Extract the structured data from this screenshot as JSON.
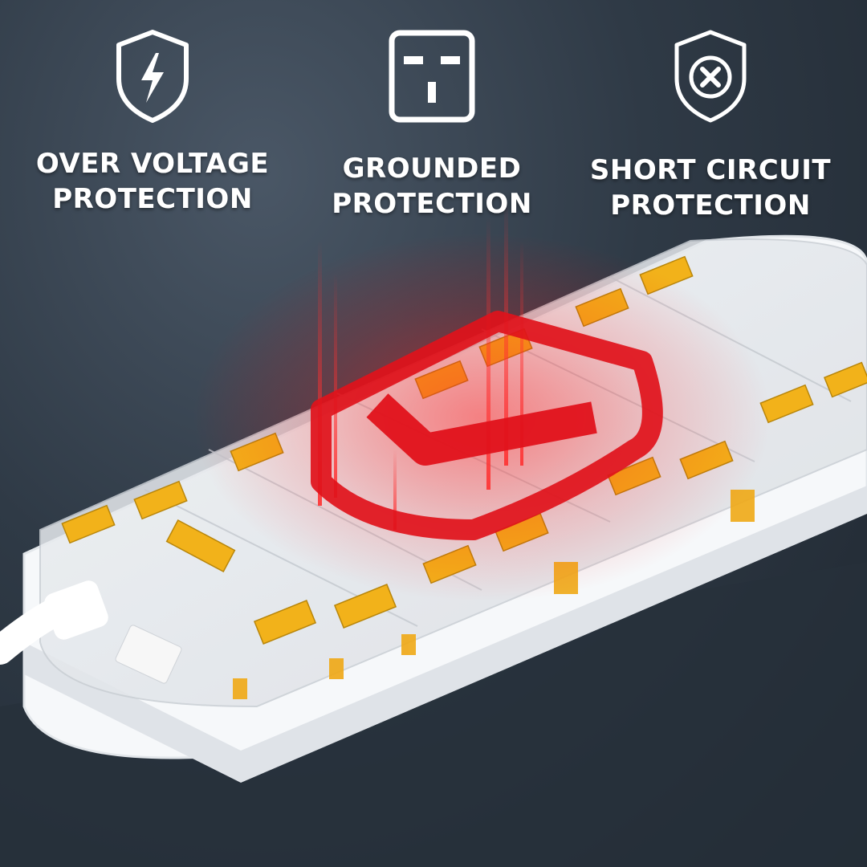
{
  "colors": {
    "background": "#2f3a46",
    "icon_stroke": "#ffffff",
    "label_text": "#ffffff",
    "shield_accent": "#e0121b",
    "strip_body": "#f4f6f8",
    "contacts": "#f2b21a"
  },
  "features": [
    {
      "icon": "lightning-shield-icon",
      "label_line1": "OVER VOLTAGE",
      "label_line2": "PROTECTION"
    },
    {
      "icon": "grounded-socket-icon",
      "label_line1": "GROUNDED",
      "label_line2": "PROTECTION"
    },
    {
      "icon": "cross-shield-icon",
      "label_line1": "SHORT CIRCUIT",
      "label_line2": "PROTECTION"
    }
  ]
}
